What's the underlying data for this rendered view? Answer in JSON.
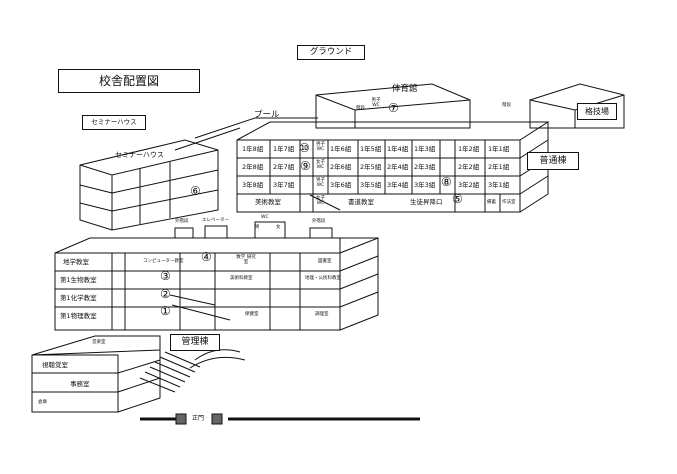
{
  "title": "校舎配置図",
  "ground": "グラウンド",
  "pool": "プール",
  "buildings": {
    "seminar_sign": "セミナーハウス",
    "seminar_body": "セミナーハウス",
    "gym": "体育館",
    "budo": "格技場",
    "futsu": "普通棟",
    "kanri": "管理棟"
  },
  "gym_labels": {
    "left": "階段",
    "right": "階段",
    "wc": "男子 WC"
  },
  "classrooms": {
    "row1": [
      "1年8組",
      "1年7組",
      "1年6組",
      "1年5組",
      "1年4組",
      "1年3組",
      "1年2組",
      "1年1組"
    ],
    "row2": [
      "2年8組",
      "2年7組",
      "2年6組",
      "2年5組",
      "2年4組",
      "2年3組",
      "2年2組",
      "2年1組"
    ],
    "row3": [
      "3年8組",
      "3年7組",
      "3年6組",
      "3年5組",
      "3年4組",
      "3年3組",
      "3年2組",
      "3年1組"
    ]
  },
  "wc_labels": [
    "男子 WC",
    "女子 WC",
    "男子 WC",
    "女子 WC"
  ],
  "futsu_bottom": {
    "art": "美術教室",
    "shodo": "書道教室",
    "entrance": "生徒昇降口",
    "storage": "備蓄",
    "workroom": "作法室"
  },
  "south": {
    "chigaku": "地学教室",
    "seibutsu": "第1生物教室",
    "kagaku": "第1化学教室",
    "butsuri": "第1物理教室",
    "computer": "コンピューター教室",
    "sugaku": "数学 研究室",
    "bijutsu_ken": "美術科教室",
    "chiri": "地理・公民科教室",
    "library": "図書室",
    "hoken": "保健室",
    "chori": "調理室"
  },
  "top_labels": {
    "kaidan_left": "外階段",
    "elevator": "エレベーター",
    "wc": "WC",
    "kaidan_right": "外階段",
    "wc_sub_left": "男",
    "wc_sub_right": "女"
  },
  "kanri_rooms": {
    "music": "音楽室",
    "av": "視聴覚室",
    "office": "事務室",
    "storehouse": "倉庫"
  },
  "gate": "正門",
  "markers": [
    "①",
    "②",
    "③",
    "④",
    "⑤",
    "⑥",
    "⑦",
    "⑧",
    "⑨",
    "⑩"
  ]
}
